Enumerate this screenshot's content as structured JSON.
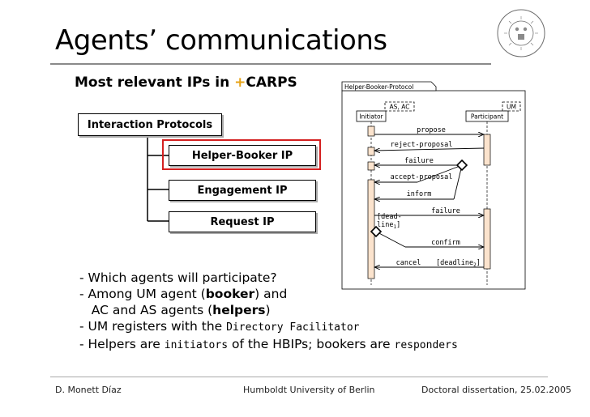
{
  "slide": {
    "title": "Agents’ communications",
    "subtitle_prefix": "Most relevant IPs in ",
    "subtitle_plus": "+",
    "subtitle_suffix": "CARPS"
  },
  "tree": {
    "root": "Interaction Protocols",
    "children": [
      "Helper-Booker IP",
      "Engagement IP",
      "Request IP"
    ]
  },
  "bullets": [
    {
      "parts": [
        {
          "t": "- Which agents will participate?"
        }
      ]
    },
    {
      "parts": [
        {
          "t": "- Among UM agent ("
        },
        {
          "t": "booker",
          "b": true
        },
        {
          "t": ") and"
        }
      ]
    },
    {
      "parts": [
        {
          "t": "   AC and AS agents ("
        },
        {
          "t": "helpers",
          "b": true
        },
        {
          "t": ")"
        }
      ]
    },
    {
      "parts": [
        {
          "t": "- UM registers with the "
        },
        {
          "t": "Directory Facilitator",
          "s": true
        }
      ]
    },
    {
      "parts": [
        {
          "t": "- Helpers are "
        },
        {
          "t": "initiators",
          "s": true
        },
        {
          "t": " of the HBIPs; bookers are "
        },
        {
          "t": "responders",
          "s": true
        }
      ]
    }
  ],
  "protocol": {
    "frame_label": "Helper-Booker-Protocol",
    "initiator_role": "AS, AC",
    "initiator": "Initiator",
    "participant_role": "UM",
    "participant": "Participant",
    "messages": {
      "propose": "propose",
      "reject": "reject-proposal",
      "failure1": "failure",
      "accept": "accept-proposal",
      "inform": "inform",
      "failure2": "failure",
      "deadline1_a": "[dead-",
      "deadline1_b": "line",
      "deadline1_sub": "1",
      "deadline1_close": "]",
      "confirm": "confirm",
      "cancel": "cancel",
      "deadline2": "[deadline",
      "deadline2_sub": "2",
      "deadline2_close": "]"
    }
  },
  "footer": {
    "author": "D. Monett Díaz",
    "university": "Humboldt University of Berlin",
    "event": "Doctoral dissertation, 25.02.2005"
  },
  "colors": {
    "accent": "#e7a317",
    "highlight": "#d42020",
    "activation": "#fbe3cd"
  },
  "icons": {
    "logo": "university-seal-icon"
  }
}
